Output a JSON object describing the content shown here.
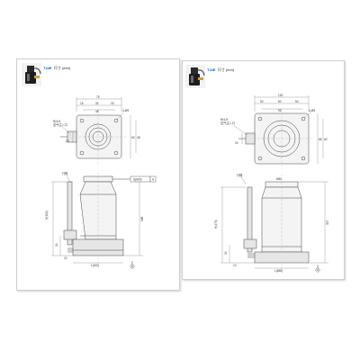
{
  "left": {
    "header_tag": "T24E",
    "header_text": "尺寸 (mm)",
    "top_view": {
      "width": "75",
      "spans": [
        "15",
        "30",
        "15"
      ],
      "inner": "48",
      "side_h1": "63",
      "side_h2": "48",
      "side_v": "20",
      "port_label_1": "Rc1/4",
      "port_label_2": "空气注入口",
      "hole_label": "4-Ø9"
    },
    "front_view": {
      "top_label": "行程",
      "stroke_label": "S(600)",
      "dim_h": "H(320)",
      "dim_lower": "24",
      "dim_base": "10",
      "dim_total": "168",
      "bottom_label": "L(610)",
      "ref_mark": "A"
    }
  },
  "right": {
    "header_tag": "T24E",
    "header_text": "尺寸 (mm)",
    "top_view": {
      "width": "120",
      "spans": [
        "50",
        "50",
        "50"
      ],
      "inner": "96",
      "side_h1": "85",
      "side_h2": "60",
      "side_v": "20",
      "port_label_1": "Rc1/4",
      "port_label_2": "空气注入口",
      "hole_label": "4-Ø9"
    },
    "front_view": {
      "top_label": "行程",
      "dia_label": "Ø60",
      "dim_h": "H(470)",
      "dim_lower": "24",
      "dim_base": "10",
      "dim_total": "327",
      "bottom_label": "L(850)",
      "ref_mark": "A"
    }
  }
}
